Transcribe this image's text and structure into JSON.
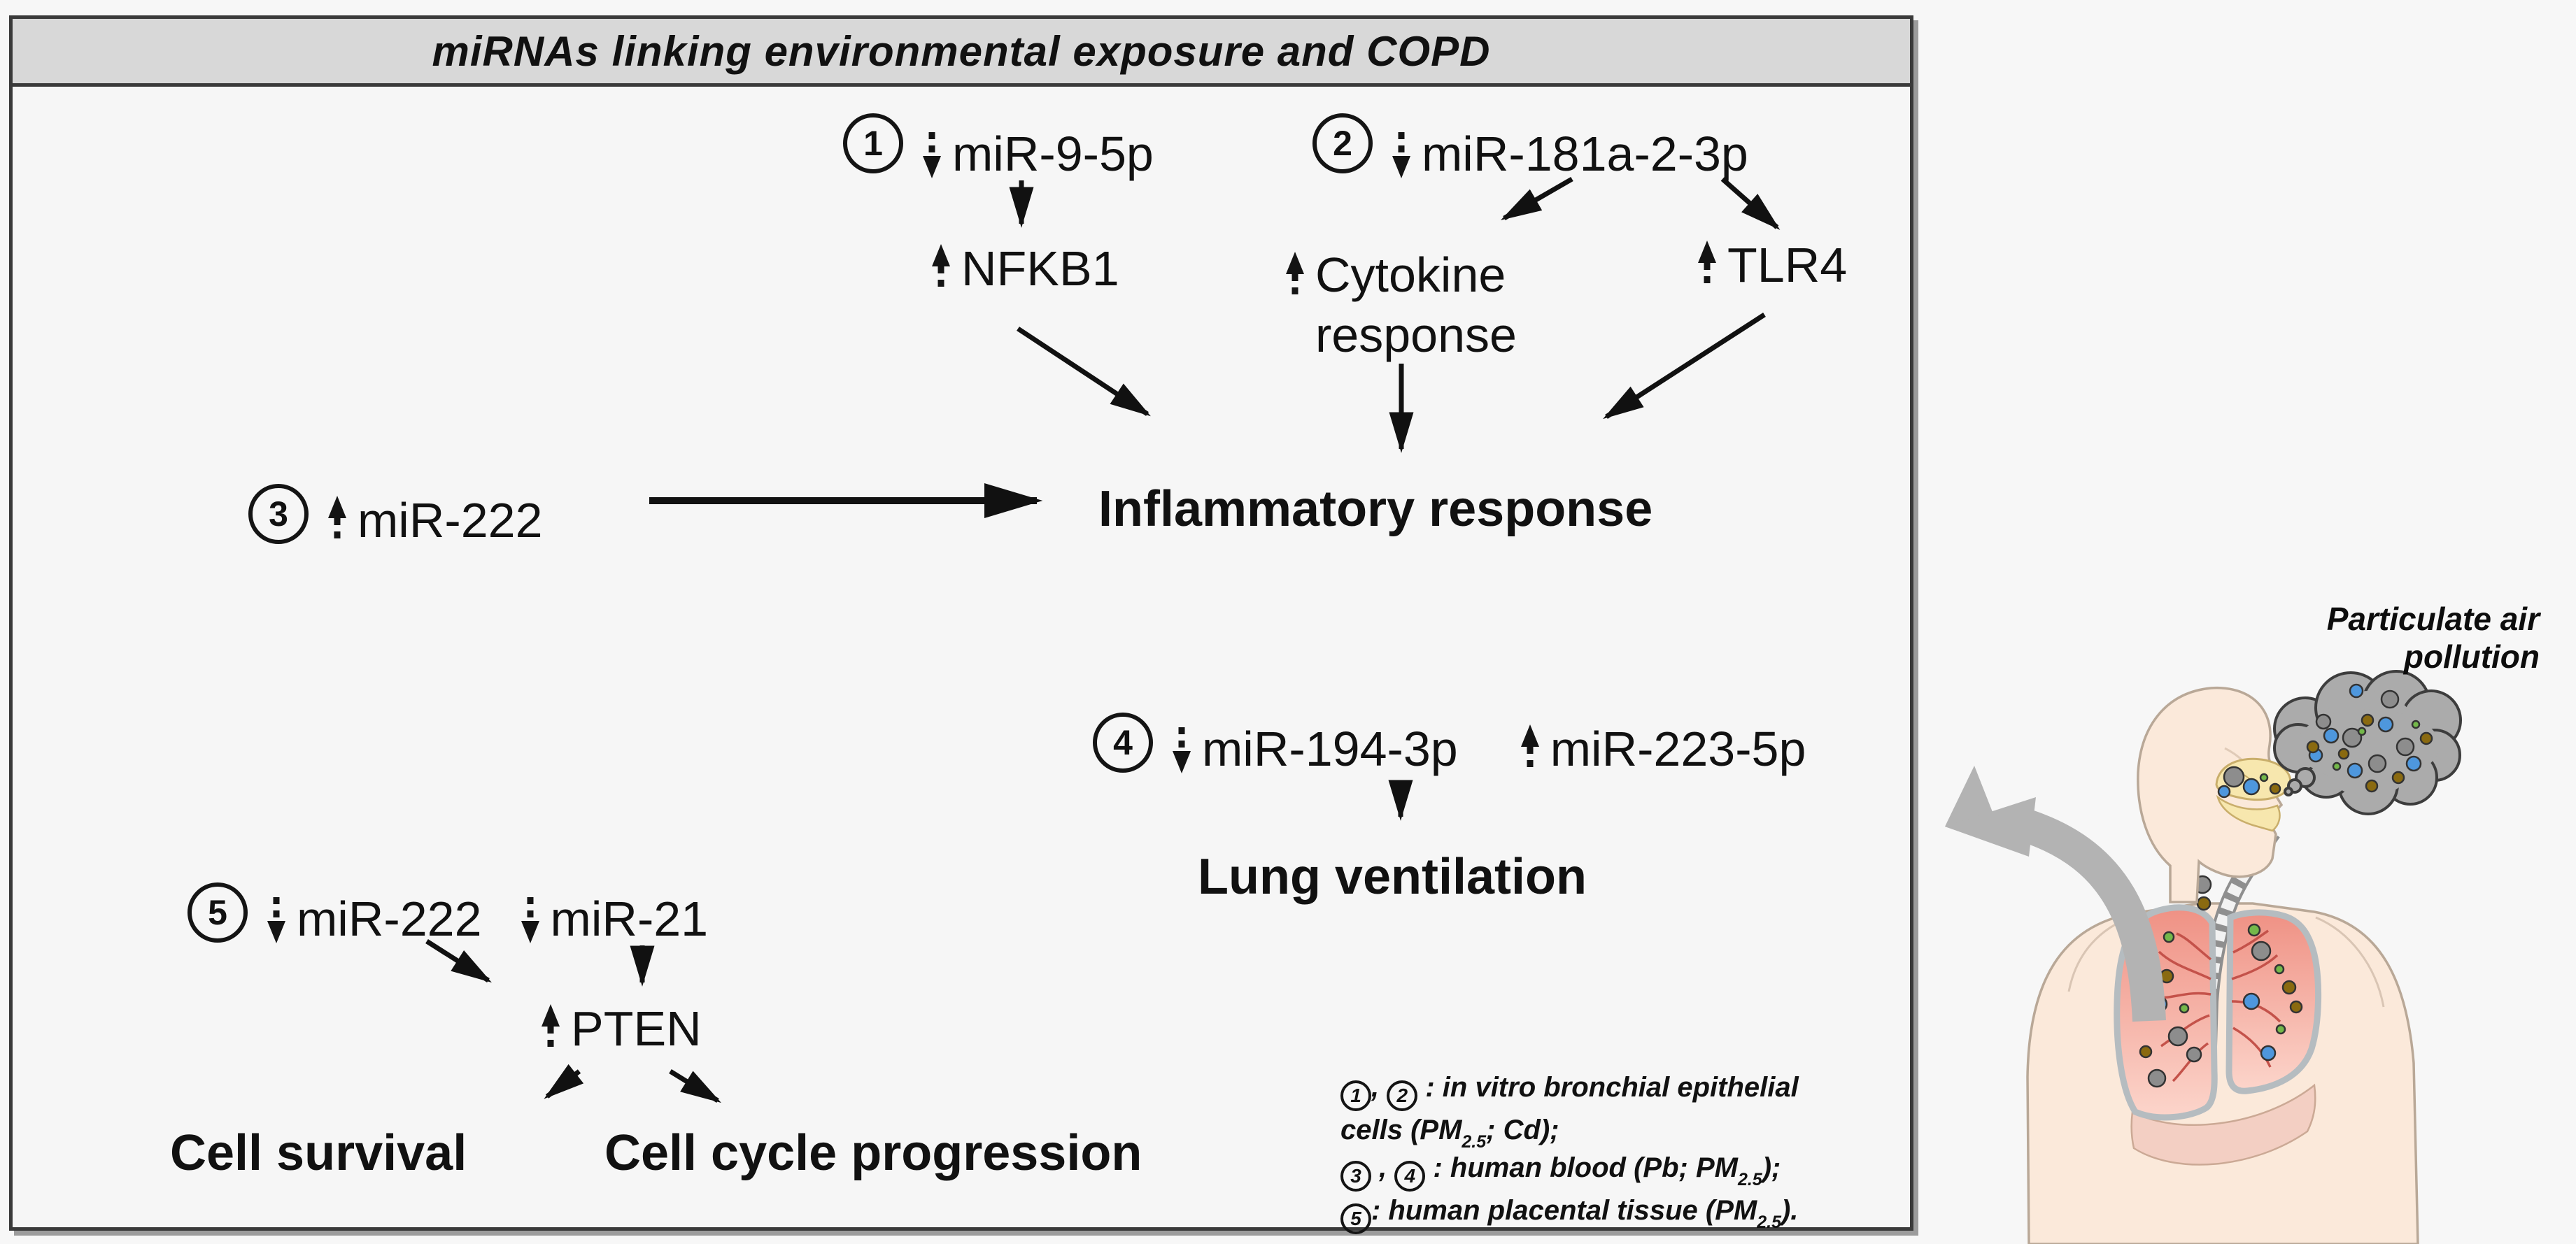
{
  "title": "miRNAs linking environmental exposure and COPD",
  "pathways": {
    "p1": {
      "number": "1",
      "items": [
        {
          "direction": "down",
          "name": "miR-9-5p"
        }
      ]
    },
    "p2": {
      "number": "2",
      "items": [
        {
          "direction": "down",
          "name": "miR-181a-2-3p"
        }
      ]
    },
    "p3": {
      "number": "3",
      "items": [
        {
          "direction": "up",
          "name": "miR-222"
        }
      ]
    },
    "p4": {
      "number": "4",
      "items": [
        {
          "direction": "down",
          "name": "miR-194-3p"
        },
        {
          "direction": "up",
          "name": "miR-223-5p"
        }
      ]
    },
    "p5": {
      "number": "5",
      "items": [
        {
          "direction": "down",
          "name": "miR-222"
        },
        {
          "direction": "down",
          "name": "miR-21"
        }
      ]
    }
  },
  "targets": {
    "nfkb1": {
      "direction": "up",
      "name": "NFKB1"
    },
    "cytokine": {
      "direction": "up",
      "line1": "Cytokine",
      "line2": "response"
    },
    "tlr4": {
      "direction": "up",
      "name": "TLR4"
    },
    "pten": {
      "direction": "up",
      "name": "PTEN"
    }
  },
  "outcomes": {
    "inflammatory_response": "Inflammatory response",
    "lung_ventilation": "Lung ventilation",
    "cell_survival": "Cell survival",
    "cell_cycle_progression": "Cell cycle progression"
  },
  "legend": {
    "lines": [
      {
        "segments": [
          {
            "type": "circ",
            "text": "1"
          },
          {
            "type": "text",
            "text": ", "
          },
          {
            "type": "circ",
            "text": "2"
          },
          {
            "type": "text",
            "text": " : in vitro bronchial epithelial"
          }
        ]
      },
      {
        "segments": [
          {
            "type": "text",
            "text": "cells (PM"
          },
          {
            "type": "sub",
            "text": "2.5"
          },
          {
            "type": "text",
            "text": "; Cd);"
          }
        ]
      },
      {
        "segments": [
          {
            "type": "circ",
            "text": "3"
          },
          {
            "type": "text",
            "text": " , "
          },
          {
            "type": "circ",
            "text": "4"
          },
          {
            "type": "text",
            "text": " : human blood (Pb; PM"
          },
          {
            "type": "sub",
            "text": "2.5"
          },
          {
            "type": "text",
            "text": ");"
          }
        ]
      },
      {
        "segments": [
          {
            "type": "circ",
            "text": "5"
          },
          {
            "type": "text",
            "text": ": human placental tissue (PM"
          },
          {
            "type": "sub",
            "text": "2.5"
          },
          {
            "type": "text",
            "text": ")."
          }
        ]
      }
    ]
  },
  "illustration": {
    "caption_line1": "Particulate air",
    "caption_line2": "pollution"
  },
  "colors": {
    "title_bar": "#d8d8d8",
    "panel_bg": "#f6f6f6",
    "border": "#3a3a3a",
    "cloud_gray": "#ababab",
    "particle_blue": "#4e97dd",
    "particle_olive": "#8a6a10",
    "particle_green": "#74b84a",
    "particle_gray": "#8d8d8d",
    "skin": "#fbe9da",
    "nasal_yellow": "#f7e7ae",
    "lung_pink": "#f5a99f",
    "big_arrow_gray": "#b3b3b3"
  }
}
